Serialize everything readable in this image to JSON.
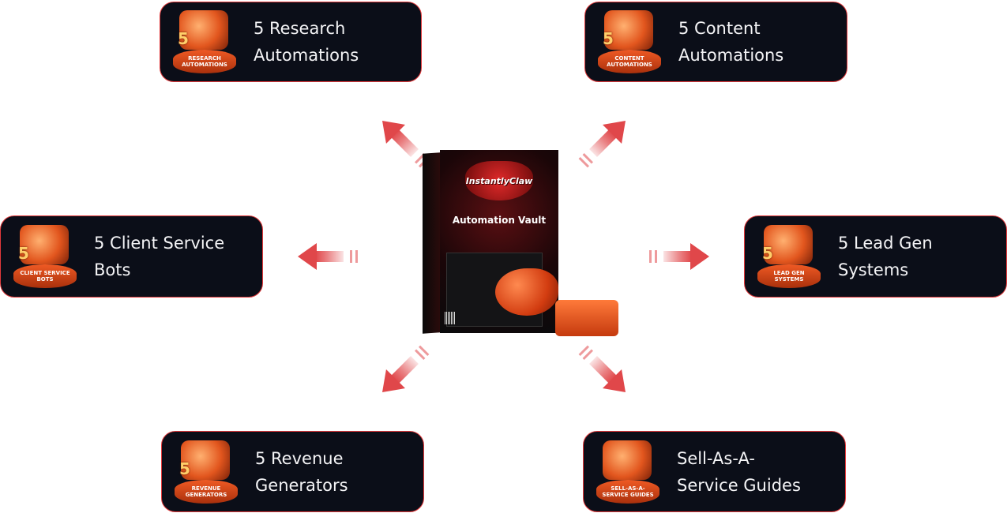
{
  "product": {
    "brand": "InstantlyClaw",
    "title": "Automation Vault"
  },
  "cards": [
    {
      "num": "5",
      "badge": "RESEARCH AUTOMATIONS",
      "label": "5 Research\nAutomations"
    },
    {
      "num": "5",
      "badge": "CONTENT AUTOMATIONS",
      "label": "5 Content\nAutomations"
    },
    {
      "num": "5",
      "badge": "CLIENT SERVICE BOTS",
      "label": "5 Client Service\nBots"
    },
    {
      "num": "5",
      "badge": "LEAD GEN SYSTEMS",
      "label": "5 Lead Gen\nSystems"
    },
    {
      "num": "5",
      "badge": "REVENUE GENERATORS",
      "label": "5 Revenue\nGenerators"
    },
    {
      "num": "",
      "badge": "SELL-AS-A-SERVICE GUIDES",
      "label": "Sell-As-A-\nService Guides"
    }
  ],
  "colors": {
    "card_bg": "#0b0e18",
    "border": "#e2393b",
    "arrow": "#e0474a"
  }
}
